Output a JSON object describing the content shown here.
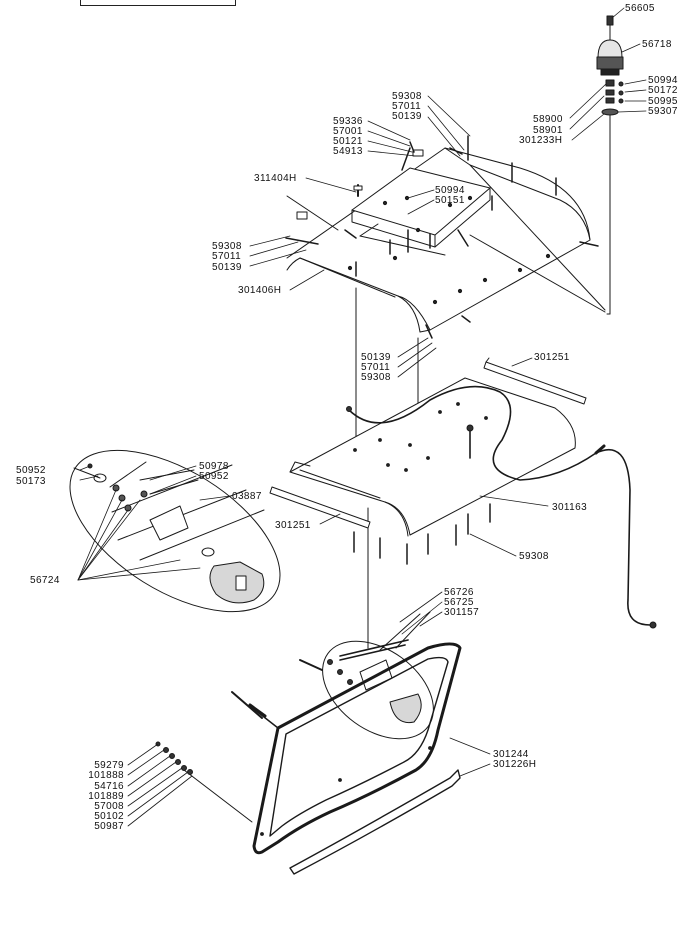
{
  "labels": {
    "p56605": "56605",
    "p56718": "56718",
    "p50994a": "50994",
    "p50172": "50172",
    "p50995": "50995",
    "p59307": "59307",
    "p58900": "58900",
    "p58901": "58901",
    "p301233H": "301233H",
    "p59308a": "59308",
    "p57011a": "57011",
    "p50139a": "50139",
    "p59336": "59336",
    "p57001": "57001",
    "p50121": "50121",
    "p54913": "54913",
    "p311404H": "311404H",
    "p50994b": "50994",
    "p50151": "50151",
    "p59308b": "59308",
    "p57011b": "57011",
    "p50139b": "50139",
    "p301406H": "301406H",
    "p50139c": "50139",
    "p57011c": "57011",
    "p59308c": "59308",
    "p301251a": "301251",
    "p50952a": "50952",
    "p50173": "50173",
    "p50978": "50978",
    "p50952b": "50952",
    "p03887": "03887",
    "p301251b": "301251",
    "p301163": "301163",
    "p59308d": "59308",
    "p56724": "56724",
    "p56726": "56726",
    "p56725": "56725",
    "p301157": "301157",
    "p301244": "301244",
    "p301226H": "301226H",
    "p59279": "59279",
    "p101888": "101888",
    "p54716": "54716",
    "p101889": "101889",
    "p57008": "57008",
    "p50102": "50102",
    "p50987": "50987"
  }
}
